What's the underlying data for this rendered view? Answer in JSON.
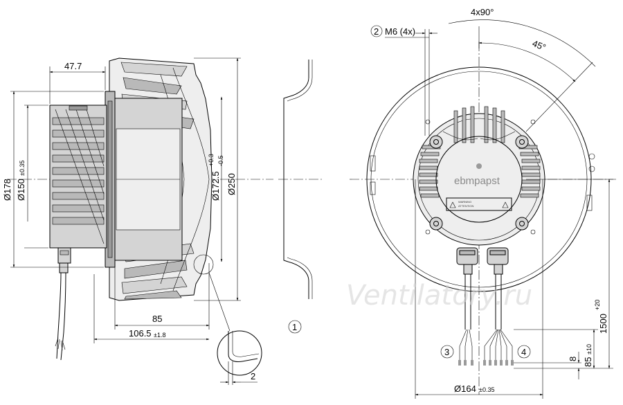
{
  "side_view": {
    "dim_47_7": "47.7",
    "dim_178": "Ø178",
    "dim_150": "Ø150",
    "dim_150_tol": "±0.35",
    "dim_172_5": "Ø172.5",
    "dim_172_5_tol_upper": "+0.3",
    "dim_172_5_tol_lower": "-0.5",
    "dim_250": "Ø250",
    "dim_85": "85",
    "dim_106_5": "106.5",
    "dim_106_5_tol": "±1.8",
    "detail_dim_2": "2"
  },
  "section_view": {
    "callout_1": "1"
  },
  "front_view": {
    "callout_2": "2",
    "thread_label": "M6 (4x)",
    "angle_4x90": "4x90°",
    "angle_45": "45°",
    "brand_logo": "ebmpapst",
    "warning_1": "WARNING",
    "warning_2": "ATTENTION",
    "callout_3": "3",
    "callout_4": "4",
    "dim_1500": "1500",
    "dim_1500_tol": "+20",
    "dim_85_10": "85",
    "dim_85_10_tol": "±10",
    "dim_8": "8",
    "dim_164": "Ø164",
    "dim_164_tol": "±0.35"
  },
  "watermark": "Ventilatory.ru"
}
